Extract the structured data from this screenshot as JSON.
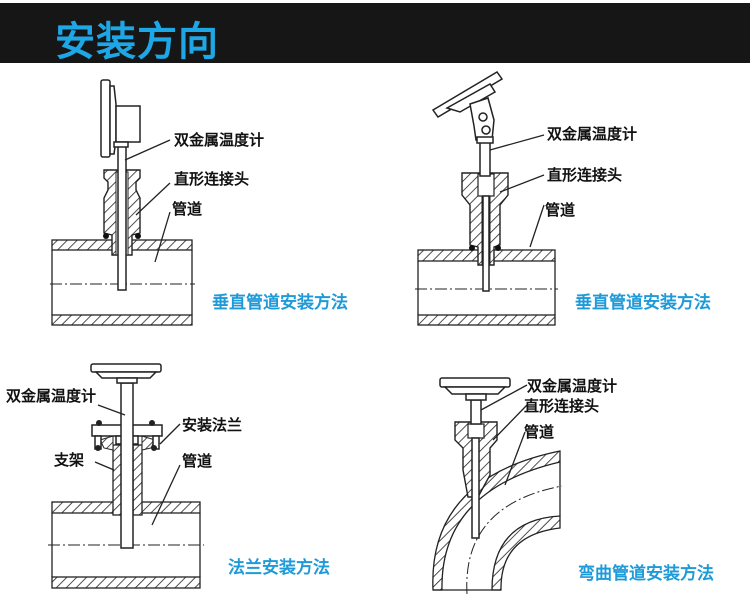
{
  "header": {
    "title": "安装方向",
    "title_color": "#1ea7e6",
    "bg_color": "#161616"
  },
  "diagrams": [
    {
      "caption": "垂直管道安装方法",
      "labels": [
        "双金属温度计",
        "直形连接头",
        "管道"
      ]
    },
    {
      "caption": "垂直管道安装方法",
      "labels": [
        "双金属温度计",
        "直形连接头",
        "管道"
      ]
    },
    {
      "caption": "法兰安装方法",
      "labels": [
        "双金属温度计",
        "安装法兰",
        "支架",
        "管道"
      ]
    },
    {
      "caption": "弯曲管道安装方法",
      "labels": [
        "双金属温度计",
        "直形连接头",
        "管道"
      ]
    }
  ],
  "caption_color": "#1f9ad8"
}
